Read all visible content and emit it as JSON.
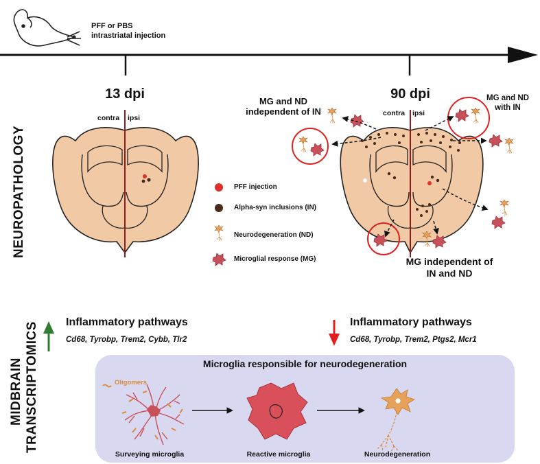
{
  "timeline": {
    "injection_line1": "PFF or PBS",
    "injection_line2": "intrastriatal injection"
  },
  "section_labels": {
    "neuropathology": "NEUROPATHOLOGY",
    "midbrain_line1": "MIDBRAIN",
    "midbrain_line2": "TRANSCRIPTOMICS"
  },
  "left_panel": {
    "time": "13 dpi",
    "contra": "contra",
    "ipsi": "ipsi"
  },
  "right_panel": {
    "time": "90 dpi",
    "contra": "contra",
    "ipsi": "ipsi",
    "callout_left_line1": "MG and ND",
    "callout_left_line2": "independent of IN",
    "callout_right_line1": "MG and ND",
    "callout_right_line2": "with IN",
    "callout_bottom_line1": "MG independent of",
    "callout_bottom_line2": "IN and ND"
  },
  "legend": {
    "items": [
      {
        "label": "PFF injection",
        "icon": "red-dot-icon"
      },
      {
        "label": "Alpha-syn inclusions (IN)",
        "icon": "brown-dot-icon"
      },
      {
        "label": "Neurodegeneration (ND)",
        "icon": "neuron-icon"
      },
      {
        "label": "Microglial response (MG)",
        "icon": "microglia-icon"
      }
    ]
  },
  "transcriptomics": {
    "up_title": "Inflammatory pathways",
    "up_genes": "Cd68, Tyrobp, Trem2, Cybb, Tlr2",
    "down_title": "Inflammatory pathways",
    "down_genes": "Cd68, Tyrobp, Trem2, Ptgs2, Mcr1"
  },
  "microglia_box": {
    "title": "Microglia responsible for neurodegeneration",
    "oligomers": "Oligomers",
    "stage1": "Surveying microglia",
    "stage2": "Reactive microglia",
    "stage3": "Neurodegeneration"
  },
  "colors": {
    "brain_fill": "#f2c9a5",
    "pff_red": "#e0302a",
    "inclusion_brown": "#4a2a1a",
    "microglia": "#c8505a",
    "neuron_orange": "#d98a3a",
    "midline": "#8b1a1a",
    "box_fill": "#d8d8f0",
    "up_arrow": "#2e7d32",
    "down_arrow": "#e02020"
  }
}
